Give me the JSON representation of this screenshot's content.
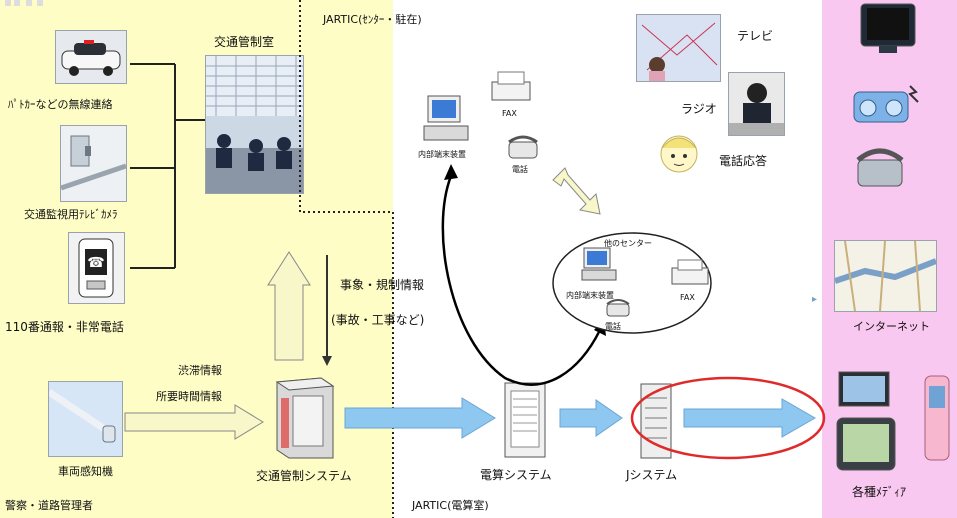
{
  "labels": {
    "police_radio": "ﾊﾟﾄｶｰなどの無線連絡",
    "tv_camera": "交通監視用ﾃﾚﾋﾞｶﾒﾗ",
    "emergency_phone": "110番通報・非常電話",
    "vehicle_detector": "車両感知機",
    "police_road_admin": "警察・道路管理者",
    "control_room": "交通管制室",
    "jartic_center": "JARTIC(ｾﾝﾀｰ・駐在)",
    "event_info": "事象・規制情報",
    "event_info_sub": "(事故・工事など)",
    "congestion_info": "渋滞情報",
    "travel_time_info": "所要時間情報",
    "traffic_control_system": "交通管制システム",
    "keisan_system": "電算システム",
    "j_system": "Jシステム",
    "jartic_keisan": "JARTIC(電算室)",
    "internal_terminal": "内部端末装置",
    "fax": "FAX",
    "phone": "電話",
    "other_center": "他のセンター",
    "other_terminal": "内部端末装置",
    "other_fax": "FAX",
    "other_phone": "電話",
    "tv": "テレビ",
    "radio": "ラジオ",
    "phone_response": "電話応答",
    "internet": "インターネット",
    "media": "各種ﾒﾃﾞｨｱ"
  },
  "colors": {
    "police_region": "#fefdc6",
    "media_region": "#f9c8f0",
    "arrow_blue": "#8ec7ef",
    "arrow_yellow": "#f7f7c9",
    "highlight_red": "#e02a2a"
  }
}
